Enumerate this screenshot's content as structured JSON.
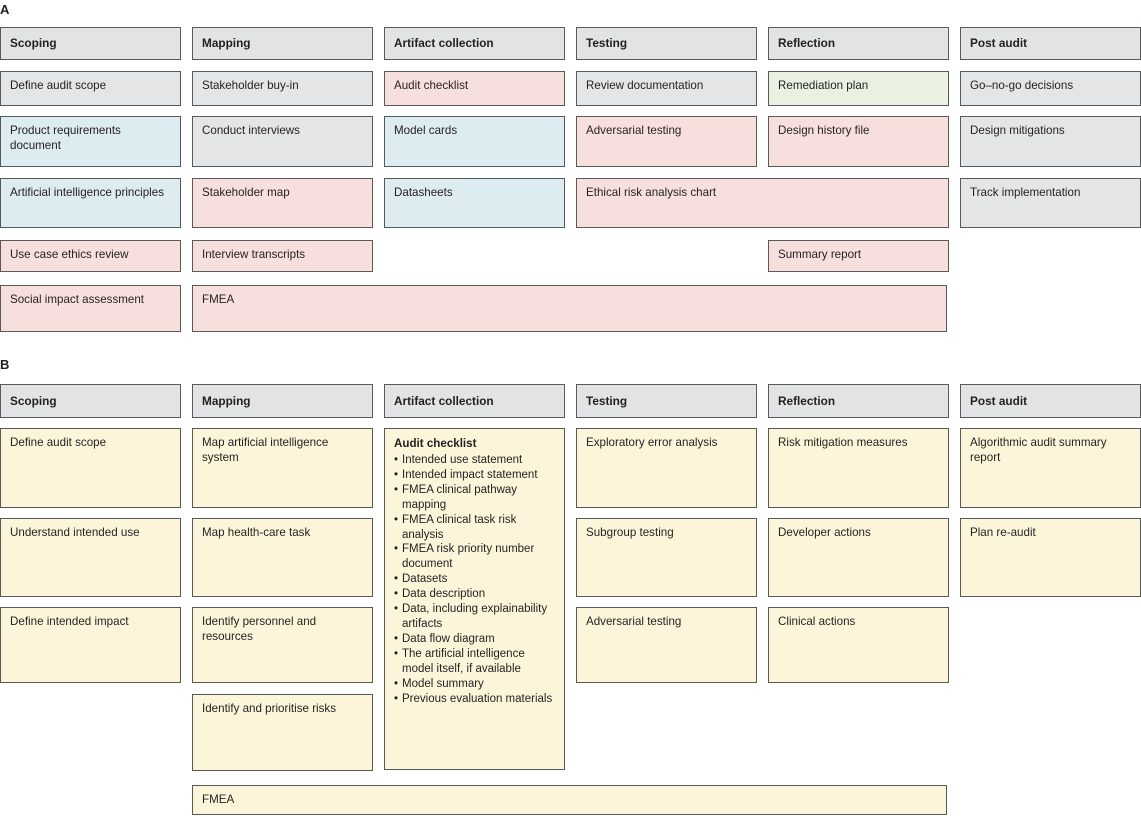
{
  "figure": {
    "panels": [
      {
        "id": "A",
        "letter": "A",
        "columns": [
          {
            "header": "Scoping"
          },
          {
            "header": "Mapping"
          },
          {
            "header": "Artifact collection"
          },
          {
            "header": "Testing"
          },
          {
            "header": "Reflection"
          },
          {
            "header": "Post audit"
          }
        ],
        "items": [
          {
            "label": "Define audit scope",
            "col": 0,
            "row": 0,
            "span": 1,
            "color": "grey"
          },
          {
            "label": "Product requirements document",
            "col": 0,
            "row": 1,
            "span": 1,
            "color": "blue"
          },
          {
            "label": "Artificial intelligence principles",
            "col": 0,
            "row": 2,
            "span": 1,
            "color": "blue"
          },
          {
            "label": "Use case ethics review",
            "col": 0,
            "row": 3,
            "span": 1,
            "color": "pink"
          },
          {
            "label": "Social impact assessment",
            "col": 0,
            "row": 4,
            "span": 1,
            "color": "pink"
          },
          {
            "label": "Stakeholder buy-in",
            "col": 1,
            "row": 0,
            "span": 1,
            "color": "grey"
          },
          {
            "label": "Conduct interviews",
            "col": 1,
            "row": 1,
            "span": 1,
            "color": "grey"
          },
          {
            "label": "Stakeholder map",
            "col": 1,
            "row": 2,
            "span": 1,
            "color": "pink"
          },
          {
            "label": "Interview transcripts",
            "col": 1,
            "row": 3,
            "span": 1,
            "color": "pink"
          },
          {
            "label": "FMEA",
            "col": 1,
            "row": 4,
            "span": 4,
            "color": "pink"
          },
          {
            "label": "Audit checklist",
            "col": 2,
            "row": 0,
            "span": 1,
            "color": "pink"
          },
          {
            "label": "Model cards",
            "col": 2,
            "row": 1,
            "span": 1,
            "color": "blue"
          },
          {
            "label": "Datasheets",
            "col": 2,
            "row": 2,
            "span": 1,
            "color": "blue"
          },
          {
            "label": "Review documentation",
            "col": 3,
            "row": 0,
            "span": 1,
            "color": "grey"
          },
          {
            "label": "Adversarial testing",
            "col": 3,
            "row": 1,
            "span": 1,
            "color": "pink"
          },
          {
            "label": "Ethical risk analysis chart",
            "col": 3,
            "row": 2,
            "span": 2,
            "color": "pink"
          },
          {
            "label": "Remediation plan",
            "col": 4,
            "row": 0,
            "span": 1,
            "color": "green"
          },
          {
            "label": "Design history file",
            "col": 4,
            "row": 1,
            "span": 1,
            "color": "pink"
          },
          {
            "label": "Summary report",
            "col": 4,
            "row": 3,
            "span": 1,
            "color": "pink"
          },
          {
            "label": "Go–no-go decisions",
            "col": 5,
            "row": 0,
            "span": 1,
            "color": "grey"
          },
          {
            "label": "Design mitigations",
            "col": 5,
            "row": 1,
            "span": 1,
            "color": "grey"
          },
          {
            "label": "Track implementation",
            "col": 5,
            "row": 2,
            "span": 1,
            "color": "grey"
          }
        ]
      },
      {
        "id": "B",
        "letter": "B",
        "columns": [
          {
            "header": "Scoping"
          },
          {
            "header": "Mapping"
          },
          {
            "header": "Artifact collection"
          },
          {
            "header": "Testing"
          },
          {
            "header": "Reflection"
          },
          {
            "header": "Post audit"
          }
        ],
        "items": [
          {
            "label": "Define audit scope",
            "col": 0,
            "row": 0,
            "color": "yellow"
          },
          {
            "label": "Understand intended use",
            "col": 0,
            "row": 1,
            "color": "yellow"
          },
          {
            "label": "Define intended impact",
            "col": 0,
            "row": 2,
            "color": "yellow"
          },
          {
            "label": "Map artificial intelligence system",
            "col": 1,
            "row": 0,
            "color": "yellow"
          },
          {
            "label": "Map health-care task",
            "col": 1,
            "row": 1,
            "color": "yellow"
          },
          {
            "label": "Identify personnel and resources",
            "col": 1,
            "row": 2,
            "color": "yellow"
          },
          {
            "label": "Identify and prioritise risks",
            "col": 1,
            "row": 3,
            "color": "yellow"
          },
          {
            "label": "Exploratory error analysis",
            "col": 3,
            "row": 0,
            "color": "yellow"
          },
          {
            "label": "Subgroup testing",
            "col": 3,
            "row": 1,
            "color": "yellow"
          },
          {
            "label": "Adversarial testing",
            "col": 3,
            "row": 2,
            "color": "yellow"
          },
          {
            "label": "Risk mitigation measures",
            "col": 4,
            "row": 0,
            "color": "yellow"
          },
          {
            "label": "Developer actions",
            "col": 4,
            "row": 1,
            "color": "yellow"
          },
          {
            "label": "Clinical actions",
            "col": 4,
            "row": 2,
            "color": "yellow"
          },
          {
            "label": "Algorithmic audit summary report",
            "col": 5,
            "row": 0,
            "color": "yellow"
          },
          {
            "label": "Plan re-audit",
            "col": 5,
            "row": 1,
            "color": "yellow"
          }
        ],
        "checklist": {
          "title": "Audit checklist",
          "items": [
            "Intended use statement",
            "Intended impact statement",
            "FMEA clinical pathway mapping",
            "FMEA clinical task risk analysis",
            "FMEA risk priority number document",
            "Datasets",
            "Data description",
            "Data, including explainability artifacts",
            "Data flow diagram",
            "The artificial intelligence model itself, if available",
            "Model summary",
            "Previous evaluation materials"
          ]
        },
        "fmea_bar": {
          "label": "FMEA"
        }
      }
    ]
  },
  "colors": {
    "grey": "#e4e5e6",
    "pink": "#f7dfdd",
    "blue": "#dcecf1",
    "green": "#e9f2e0",
    "yellow": "#fdf5da",
    "header_grey": "#e2e3e5",
    "border": "#58595b",
    "text": "#231f20"
  }
}
